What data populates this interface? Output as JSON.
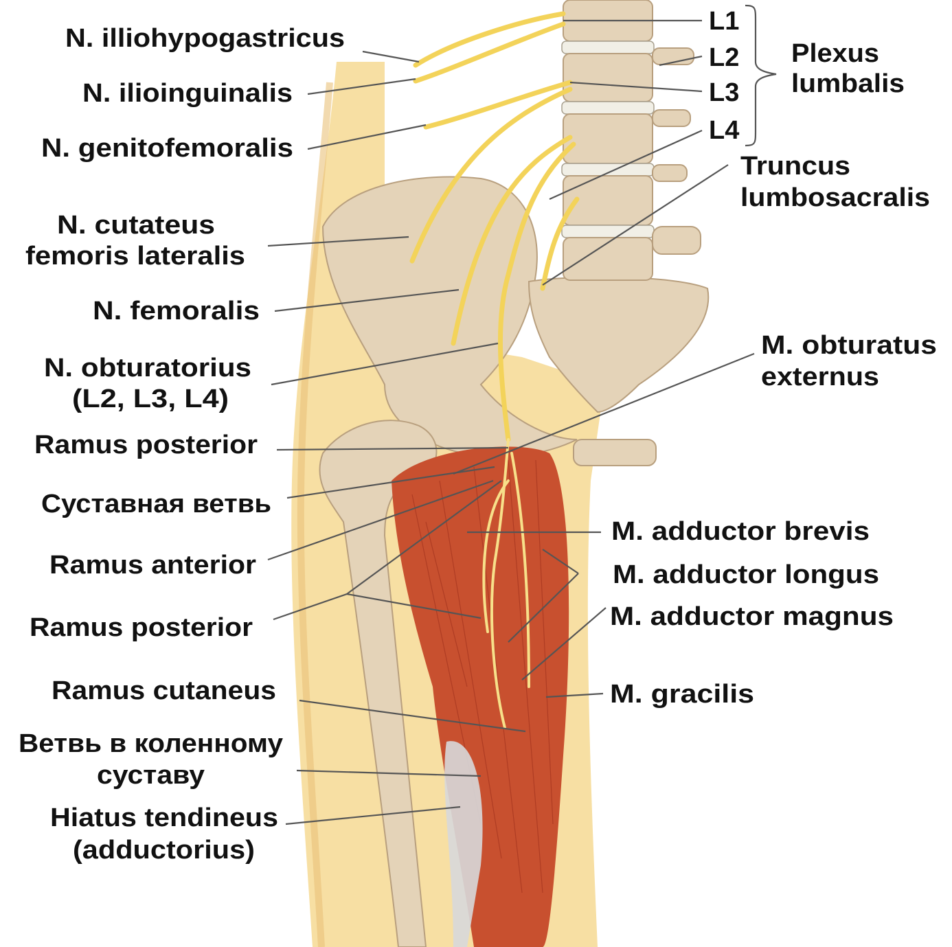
{
  "left_labels": {
    "iliohypogastricus": "N. illiohypogastricus",
    "ilioinguinalis": "N. ilioinguinalis",
    "genitofemoralis": "N. genitofemoralis",
    "cutaneus_1": "N. cutateus",
    "cutaneus_2": "femoris lateralis",
    "femoralis": "N. femoralis",
    "obturatorius_1": "N. obturatorius",
    "obturatorius_2": "(L2, L3, L4)",
    "ramus_posterior_1": "Ramus posterior",
    "articular_branch": "Суставная ветвь",
    "ramus_anterior": "Ramus anterior",
    "ramus_posterior_2": "Ramus posterior",
    "ramus_cutaneus": "Ramus cutaneus",
    "knee_branch_1": "Ветвь в коленному",
    "knee_branch_2": "суставу",
    "hiatus_1": "Hiatus tendineus",
    "hiatus_2": "(adductorius)"
  },
  "right_labels": {
    "l1": "L1",
    "l2": "L2",
    "l3": "L3",
    "l4": "L4",
    "plexus_1": "Plexus",
    "plexus_2": "lumbalis",
    "truncus_1": "Truncus",
    "truncus_2": "lumbosacralis",
    "obturatus_1": "M. obturatus",
    "obturatus_2": "externus",
    "adductor_brevis": "M. adductor brevis",
    "adductor_longus": "M. adductor longus",
    "adductor_magnus": "M. adductor magnus",
    "gracilis": "M. gracilis"
  },
  "colors": {
    "skin": "#f7dfa3",
    "bone": "#e4d3b8",
    "muscle": "#c8502f",
    "nerve": "#f3d35a"
  }
}
